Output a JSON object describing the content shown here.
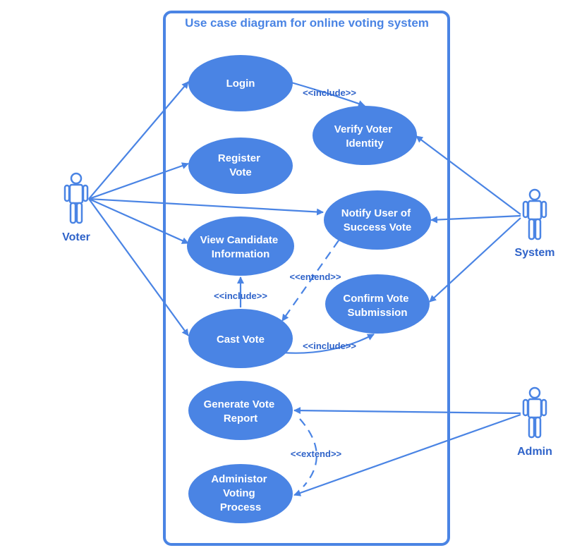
{
  "title": "Use case diagram for online voting system",
  "actors": [
    {
      "id": "voter",
      "label": "Voter"
    },
    {
      "id": "system",
      "label": "System"
    },
    {
      "id": "admin",
      "label": "Admin"
    }
  ],
  "use_cases": [
    {
      "id": "login",
      "lines": [
        "Login"
      ]
    },
    {
      "id": "verify",
      "lines": [
        "Verify Voter",
        "Identity"
      ]
    },
    {
      "id": "register",
      "lines": [
        "Register",
        "Vote"
      ]
    },
    {
      "id": "notify",
      "lines": [
        "Notify User of",
        "Success Vote"
      ]
    },
    {
      "id": "view",
      "lines": [
        "View Candidate",
        "Information"
      ]
    },
    {
      "id": "confirm",
      "lines": [
        "Confirm Vote",
        "Submission"
      ]
    },
    {
      "id": "cast",
      "lines": [
        "Cast Vote"
      ]
    },
    {
      "id": "report",
      "lines": [
        "Generate Vote",
        "Report"
      ]
    },
    {
      "id": "admin_proc",
      "lines": [
        "Administor",
        "Voting",
        "Process"
      ]
    }
  ],
  "relations": [
    {
      "id": "rel-login-verify",
      "label": "<<include>>"
    },
    {
      "id": "rel-cast-view",
      "label": "<<include>>"
    },
    {
      "id": "rel-notify-cast",
      "label": "<<entend>>"
    },
    {
      "id": "rel-cast-confirm",
      "label": "<<include>>"
    },
    {
      "id": "rel-report-admin",
      "label": "<<extend>>"
    }
  ],
  "colors": {
    "primary": "#4a84e4",
    "text_on_primary": "#ffffff",
    "label": "#2f63c9",
    "background": "#ffffff"
  }
}
